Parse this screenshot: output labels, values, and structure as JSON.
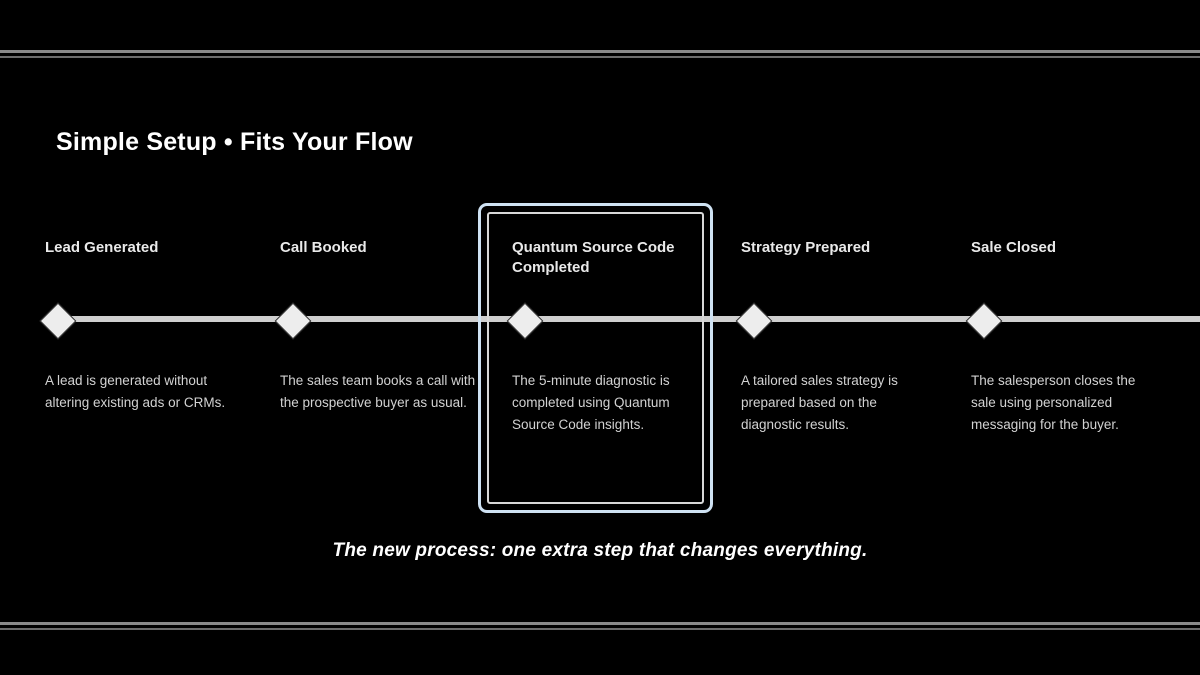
{
  "slide": {
    "title": "Simple Setup • Fits Your Flow",
    "caption": "The new process: one extra step that changes everything.",
    "background_color": "#000000",
    "accent_color": "#cfe2f3",
    "axis_color": "#cfcfcf",
    "marker_color": "#ededed"
  },
  "timeline": {
    "steps": [
      {
        "label": "Lead Generated",
        "description": "A lead is generated without altering existing ads or CRMs.",
        "highlighted": false
      },
      {
        "label": "Call Booked",
        "description": "The sales team books a call with the prospective buyer as usual.",
        "highlighted": false
      },
      {
        "label": "Quantum Source Code Completed",
        "description": "The 5-minute diagnostic is completed using Quantum Source Code insights.",
        "highlighted": true
      },
      {
        "label": "Strategy Prepared",
        "description": "A tailored sales strategy is prepared based on the diagnostic results.",
        "highlighted": false
      },
      {
        "label": "Sale Closed",
        "description": "The salesperson closes the sale using personalized messaging for the buyer.",
        "highlighted": false
      }
    ]
  }
}
